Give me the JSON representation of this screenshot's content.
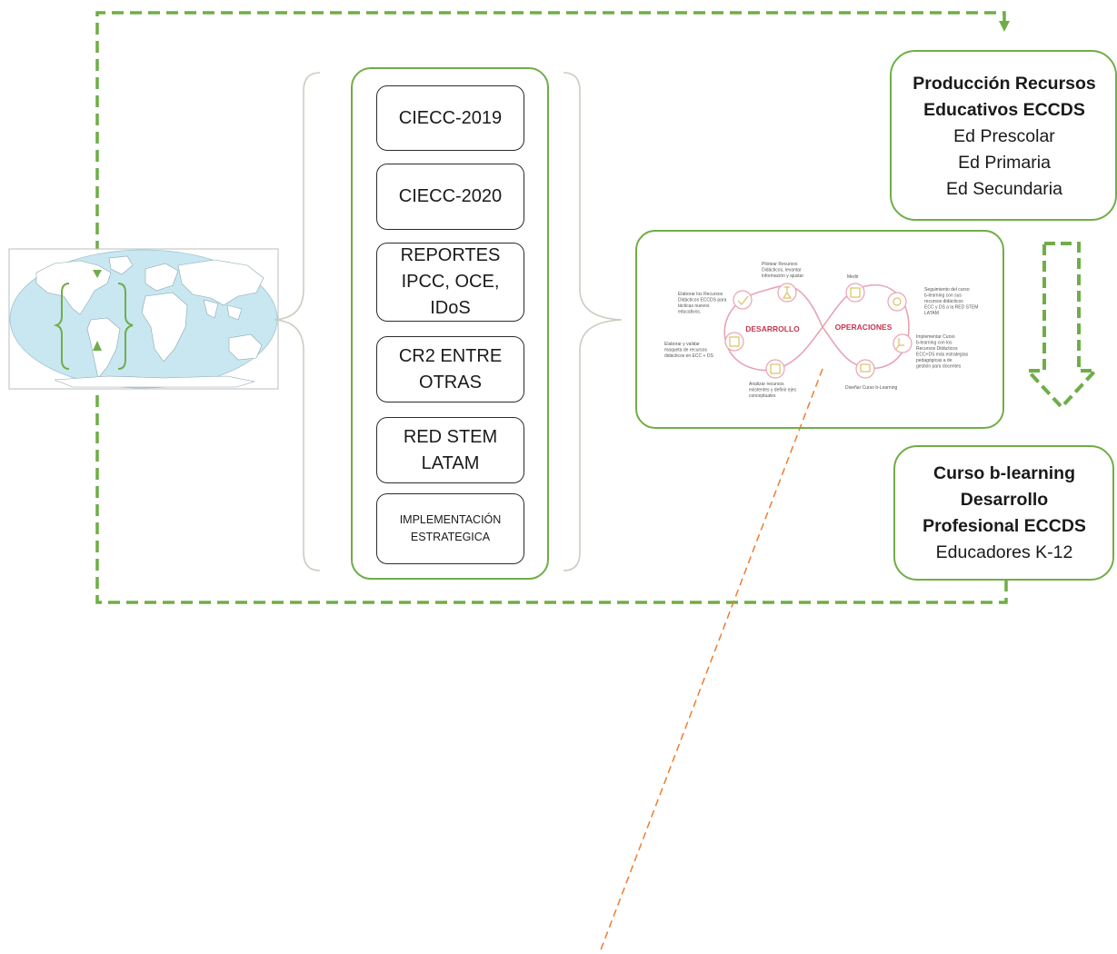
{
  "stack_items": [
    {
      "id": "ciecc-2019",
      "label": "CIECC-2019"
    },
    {
      "id": "ciecc-2020",
      "label": "CIECC-2020"
    },
    {
      "id": "reportes",
      "label": "REPORTES\nIPCC, OCE,\nIDoS"
    },
    {
      "id": "cr2",
      "label": "CR2 ENTRE\nOTRAS"
    },
    {
      "id": "red-stem",
      "label": "RED STEM\nLATAM"
    },
    {
      "id": "implementacion",
      "label": "IMPLEMENTACIÓN\nESTRATEGICA"
    }
  ],
  "produccion": {
    "title_line1": "Producción Recursos",
    "title_line2": "Educativos ECCDS",
    "sub1": "Ed Prescolar",
    "sub2": "Ed Primaria",
    "sub3": "Ed Secundaria"
  },
  "curso": {
    "title_line1": "Curso b-learning",
    "title_line2": "Desarrollo",
    "title_line3": "Profesional ECCDS",
    "sub1": "Educadores K-12"
  },
  "cycle": {
    "left_label": "DESARROLLO",
    "right_label": "OPERACIONES",
    "notes": {
      "top_left": "Elaborar los Recursos Didácticos ECCDS para tácticas nuevos educativos.",
      "top_center": "Pilotear Recursos Didácticos, levantar información y ajustar",
      "left": "Elaborar y validar maqueta de recursos didácticos en ECC + DS",
      "bottom_left": "Analizar recursos existentes y definir ejes conceptuales",
      "top_right_a": "Medir",
      "top_right_b": "Seguimiento del curso b-learning con sus recursos didácticos ECC y DS a la RED STEM LATAM",
      "right": "Implementar Curso b-learning con los Recursos Didácticos ECC+DS más estrategias pedagógicas a de gestión para docentes",
      "bottom_right": "Diseñar Curso b-Learning"
    }
  },
  "colors": {
    "green_line": "#70ad47",
    "box_border": "#2b2b2b",
    "orange_line": "#ed7d31",
    "cycle_pink": "#d05a78",
    "ocean": "#c9e7f1",
    "land": "#ffffff",
    "icon_yellow": "#d9c262"
  }
}
